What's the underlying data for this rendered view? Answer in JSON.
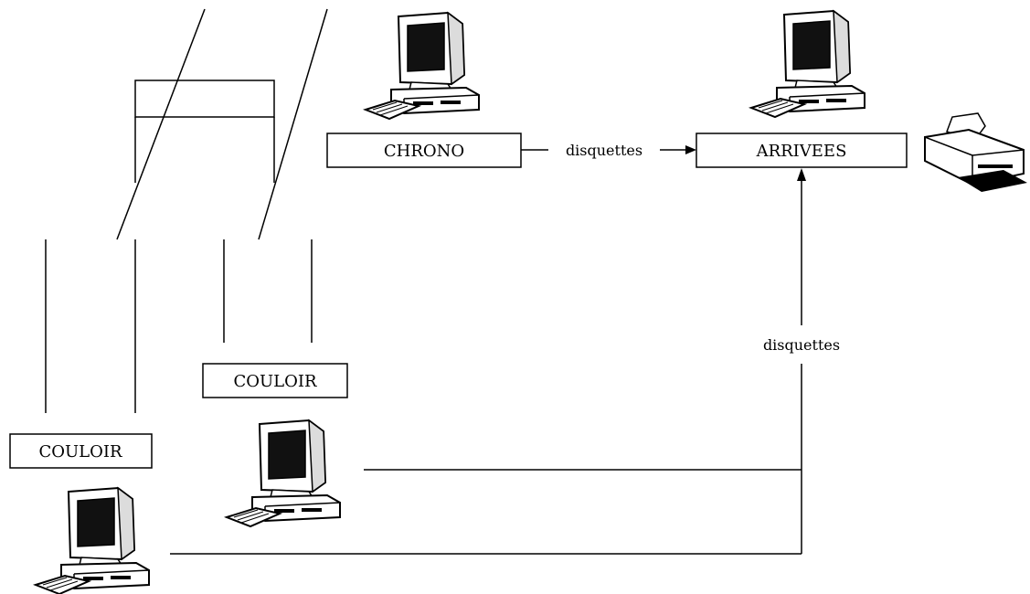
{
  "nodes": {
    "chrono": "CHRONO",
    "arrivees": "ARRIVEES",
    "couloir_1": "COULOIR",
    "couloir_2": "COULOIR"
  },
  "edges": {
    "chrono_to_arrivees": "disquettes",
    "couloirs_to_arrivees": "disquettes"
  },
  "icons": {
    "computer": "desktop-computer-icon",
    "printer": "printer-icon"
  },
  "colors": {
    "line": "#000000",
    "background": "#ffffff",
    "screen": "#111111"
  }
}
